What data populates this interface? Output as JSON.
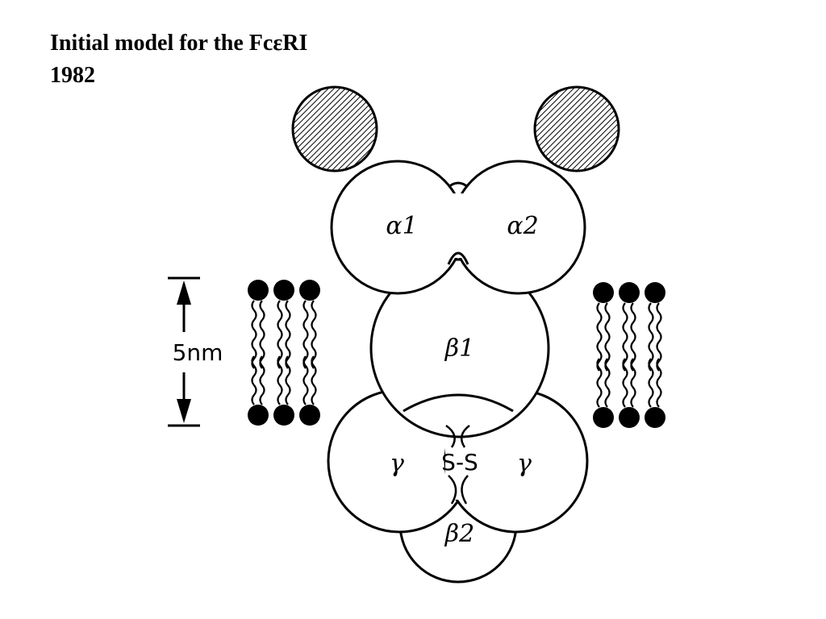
{
  "title": {
    "line1": "Initial model for the FcεRI",
    "line2": "1982"
  },
  "labels": {
    "alpha1": "α1",
    "alpha2": "α2",
    "beta1": "β1",
    "beta2": "β2",
    "gamma_left": "γ",
    "gamma_right": "γ",
    "disulfide": "S-S",
    "scale": "5nm"
  },
  "colors": {
    "line": "#000000",
    "background": "#ffffff"
  }
}
